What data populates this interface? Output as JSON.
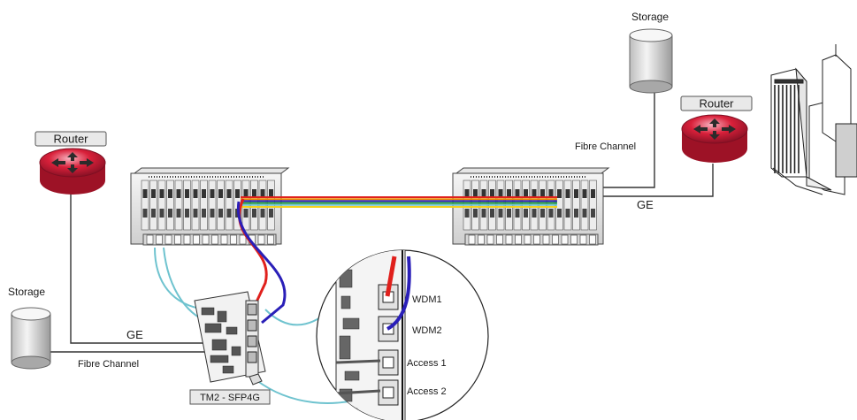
{
  "labels": {
    "router_left": "Router",
    "router_right": "Router",
    "storage_top": "Storage",
    "storage_left": "Storage",
    "fibre_channel_top": "Fibre Channel",
    "fibre_channel_bottom": "Fibre Channel",
    "ge_left": "GE",
    "ge_right": "GE",
    "wdm1": "WDM1",
    "wdm2": "WDM2",
    "access1": "Access 1",
    "access2": "Access 2",
    "card_model": "TM2 - SFP4G"
  },
  "colors": {
    "wdm_red": "#e0201c",
    "wdm_blue": "#2a1fb8",
    "access_cyan": "#6fc3cf",
    "router_red": "#d9203a",
    "bundle": [
      "#e0201c",
      "#f08a00",
      "#2a1fb8",
      "#1f9a3a",
      "#6fc3cf",
      "#f2d21b"
    ]
  },
  "icons": [
    "router-icon",
    "storage-icon",
    "chassis-icon",
    "line-card-icon",
    "city-buildings-icon"
  ]
}
